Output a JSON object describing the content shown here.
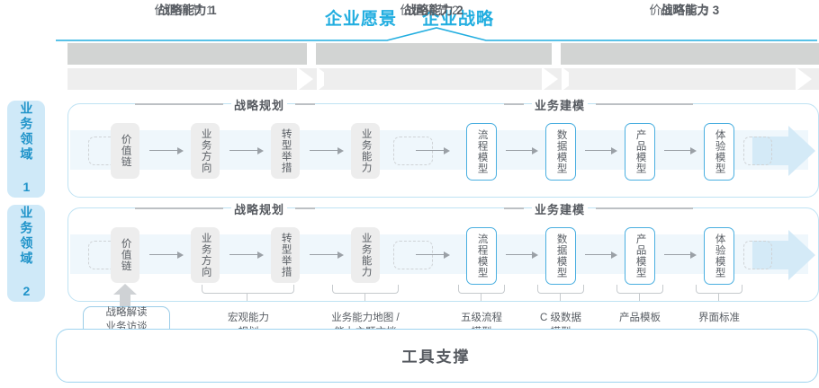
{
  "top": {
    "vision": "企业愿景",
    "strategy": "企业战略"
  },
  "capability_bars": [
    {
      "capability": "战略能力 1",
      "value_stage": "价值环节 1"
    },
    {
      "capability": "战略能力 2",
      "value_stage": "价值环节 2"
    },
    {
      "capability": "战略能力 3",
      "value_stage": "价值环节 3"
    }
  ],
  "domains": [
    {
      "label": "业务领域 1"
    },
    {
      "label": "业务领域 2"
    }
  ],
  "sections": {
    "planning": "战略规划",
    "modeling": "业务建模"
  },
  "nodes": {
    "planning": [
      "价值链",
      "业务方向",
      "转型举措",
      "业务能力"
    ],
    "modeling": [
      "流程模型",
      "数据模型",
      "产品模型",
      "体验模型"
    ]
  },
  "annotations": {
    "boxed": "战略解读\n业务访谈\n领先实践",
    "items": [
      "宏观能力\n规划",
      "业务能力地图 /\n能力主题文档",
      "五级流程\n模型",
      "C 级数据\n模型",
      "产品模板",
      "界面标准"
    ]
  },
  "footer": {
    "label": "工具支撑"
  },
  "colors": {
    "accent_blue": "#22aee0",
    "line_blue": "#4aafe0",
    "band_blue": "#eff7fc",
    "tab_blue": "#cfe9f8",
    "bar_gray": "#d2d4d3",
    "bar_light": "#eeeeee",
    "node_gray": "#ededed",
    "text_gray": "#585d63"
  }
}
